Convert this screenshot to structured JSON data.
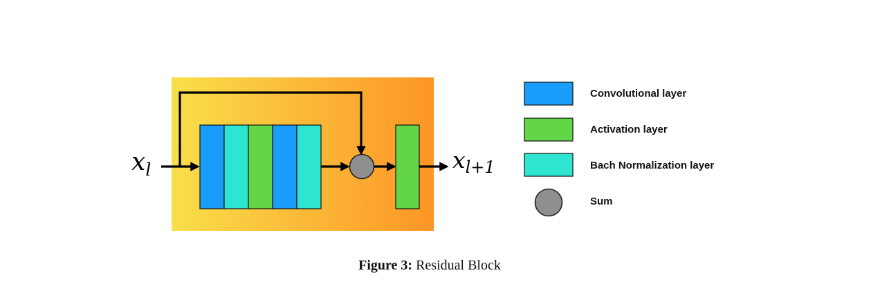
{
  "input_label": {
    "base": "x",
    "sub": "l"
  },
  "output_label": {
    "base": "x",
    "sub": "l+1"
  },
  "block_sequence": [
    "Convolutional layer",
    "Bach Normalization layer",
    "Activation layer",
    "Convolutional layer",
    "Bach Normalization layer"
  ],
  "after_sum_block": "Activation layer",
  "legend": [
    {
      "label": "Convolutional layer",
      "shape": "rect",
      "color": "#1a9cfa"
    },
    {
      "label": "Activation layer",
      "shape": "rect",
      "color": "#62d646"
    },
    {
      "label": "Bach Normalization layer",
      "shape": "rect",
      "color": "#2ee5d2"
    },
    {
      "label": "Sum",
      "shape": "circle",
      "color": "#8f8f8f"
    }
  ],
  "colors": {
    "gradient_start": "#f8df4a",
    "gradient_end": "#fd9526",
    "arrow": "#000000"
  },
  "caption": {
    "prefix": "Figure 3:",
    "text": "Residual Block"
  }
}
